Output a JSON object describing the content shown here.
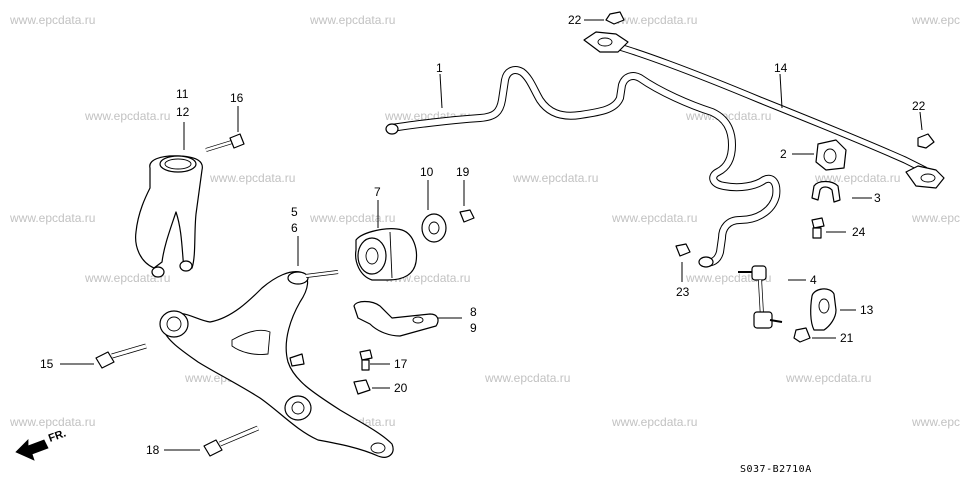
{
  "watermark": "www.epcdata.ru",
  "diagram_code": "S037-B2710A",
  "direction_label": "FR.",
  "callouts": {
    "c1": "1",
    "c2": "2",
    "c3": "3",
    "c4": "4",
    "c5": "5",
    "c6": "6",
    "c7": "7",
    "c8": "8",
    "c9": "9",
    "c10": "10",
    "c11": "11",
    "c12": "12",
    "c13": "13",
    "c14": "14",
    "c15": "15",
    "c16": "16",
    "c17": "17",
    "c18": "18",
    "c19": "19",
    "c20": "20",
    "c21": "21",
    "c22a": "22",
    "c22b": "22",
    "c23": "23",
    "c24": "24"
  }
}
